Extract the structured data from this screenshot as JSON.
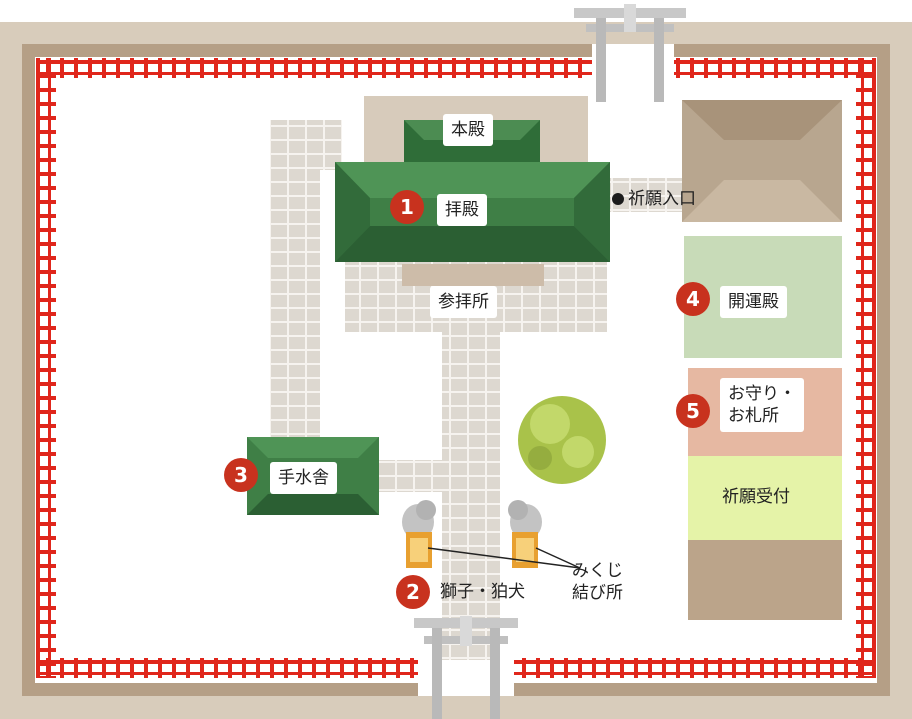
{
  "colors": {
    "ground": "#d8ccbb",
    "fence": "#e0261b",
    "roof": "#3f7f46",
    "paving": "#ddd8d0"
  },
  "buildings": {
    "honden": "本殿",
    "haiden": "拝殿",
    "sanpaisho": "参拝所",
    "kaiunden": "開運殿",
    "omamori": [
      "お守り・",
      "お札所"
    ],
    "kigan_uketsuke": "祈願受付",
    "chozuya": "手水舎"
  },
  "entrance": "祈願入口",
  "markers": {
    "haiden": "1",
    "komainu": "2",
    "chozuya": "3",
    "kaiunden": "4",
    "omamori": "5"
  },
  "komainu": "獅子・狛犬",
  "omikuji": [
    "みくじ",
    "結び所"
  ],
  "icons": [
    "torii-gate-icon",
    "komainu-statue-icon",
    "omikuji-rack-icon",
    "tree-icon"
  ]
}
